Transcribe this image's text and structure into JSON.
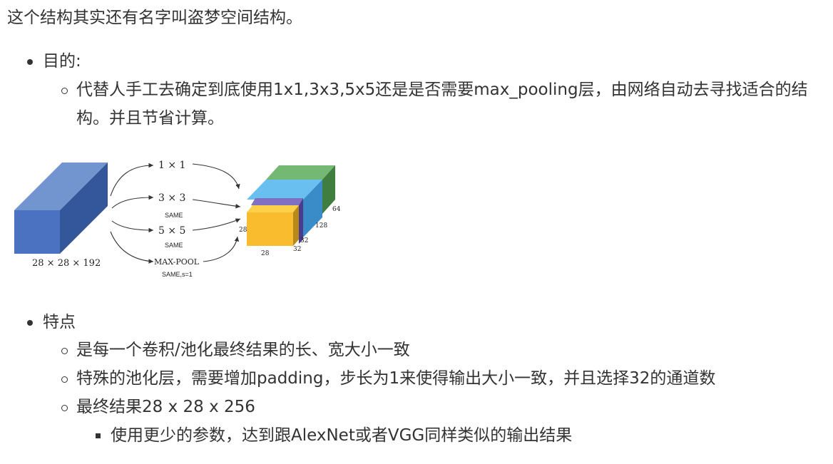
{
  "intro": "这个结构其实还有名字叫盗梦空间结构。",
  "purpose": {
    "label": "目的:",
    "item_line1": "代替人手工去确定到底使用1x1,3x3,5x5还是是否需要max_pooling层，由网络自动去寻找适合的结",
    "item_line2": "构。并且节省计算。"
  },
  "figure": {
    "input_label": "28 × 28 × 192",
    "branches": [
      {
        "label": "1 × 1",
        "sub": ""
      },
      {
        "label": "3 × 3",
        "sub": "SAME"
      },
      {
        "label": "5 × 5",
        "sub": "SAME"
      },
      {
        "label": "MAX-POOL",
        "sub": "SAME,s=1"
      }
    ],
    "output_dims": {
      "height": "28",
      "width": "28",
      "d1": "32",
      "d2": "32",
      "d3": "128",
      "d4": "64"
    },
    "colors": {
      "input": "#4a72b8",
      "green": "#5aa35a",
      "blue": "#56aee8",
      "purple": "#6a58b0",
      "yellow": "#f7bf2e"
    }
  },
  "features": {
    "label": "特点",
    "items": [
      "是每一个卷积/池化最终结果的长、宽大小一致",
      "特殊的池化层，需要增加padding，步长为1来使得输出大小一致，并且选择32的通道数",
      "最终结果28 x 28 x 256"
    ],
    "sub_item": "使用更少的参数，达到跟AlexNet或者VGG同样类似的输出结果"
  }
}
